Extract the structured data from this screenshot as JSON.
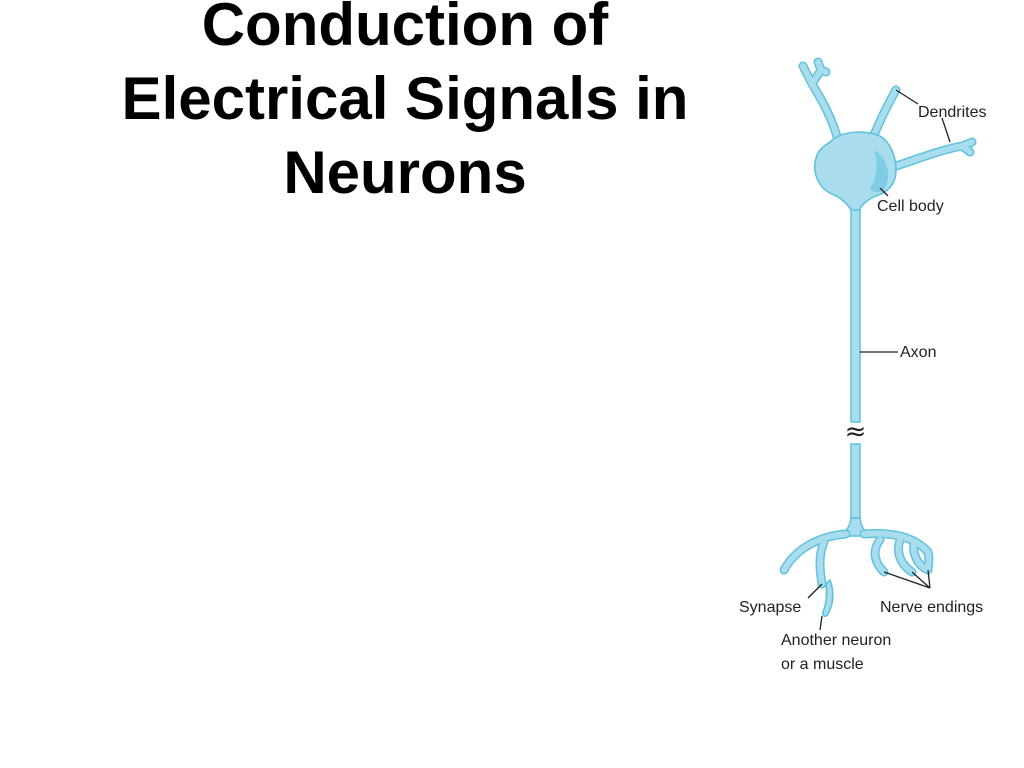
{
  "slide": {
    "title_lines": [
      "Conduction of",
      "Electrical Signals in",
      "Neurons"
    ]
  },
  "diagram": {
    "labels": {
      "dendrites": "Dendrites",
      "cell_body": "Cell body",
      "axon": "Axon",
      "break_mark": "≈",
      "synapse": "Synapse",
      "nerve_endings": "Nerve endings",
      "target_line1": "Another neuron",
      "target_line2": "or a muscle"
    },
    "colors": {
      "neuron_fill": "#a9dcec",
      "neuron_outline": "#5fc2df",
      "cell_body_shade": "#7fcde4",
      "label_text": "#222222"
    }
  }
}
